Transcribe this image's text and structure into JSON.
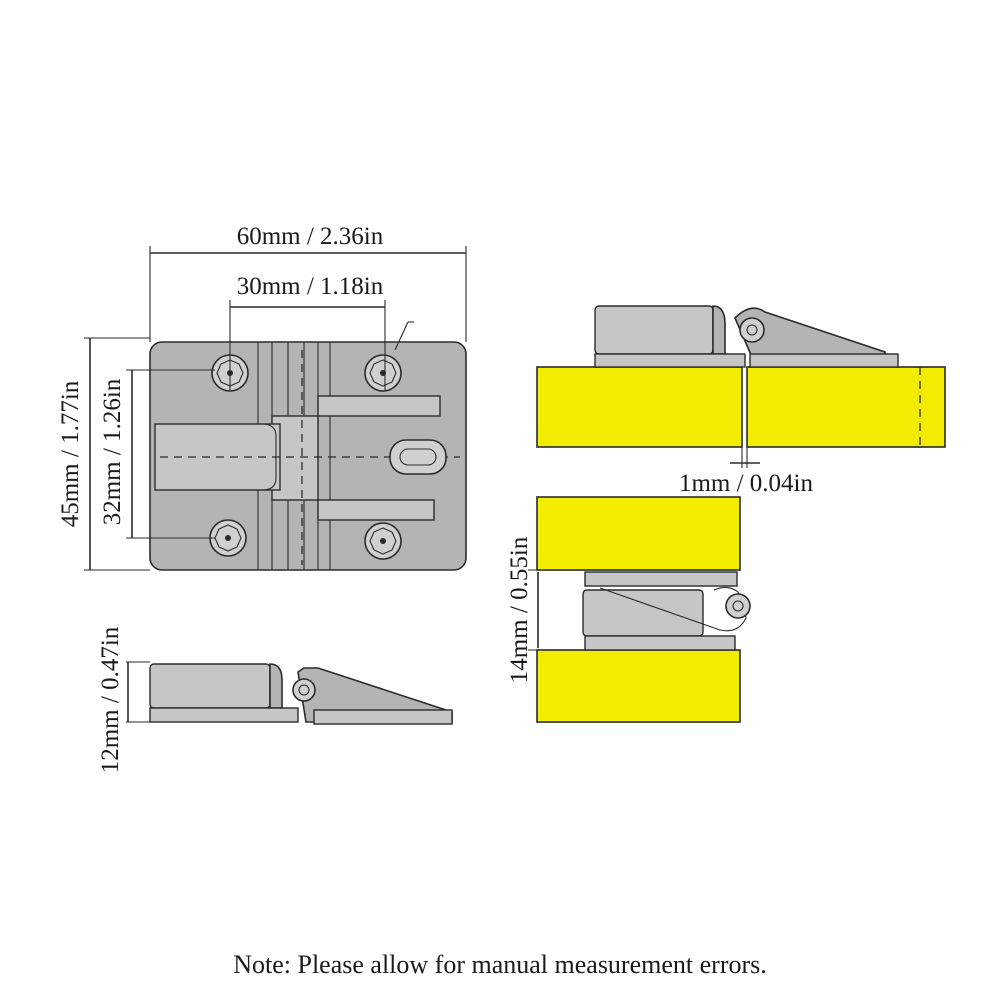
{
  "dimensions": {
    "overall_width": "60mm / 2.36in",
    "hole_spacing_width": "30mm / 1.18in",
    "overall_height": "45mm / 1.77in",
    "hole_spacing_height": "32mm / 1.26in",
    "thickness": "12mm / 0.47in",
    "gap": "1mm / 0.04in",
    "folded_height": "14mm / 0.55in"
  },
  "note": "Note: Please allow for manual measurement errors.",
  "colors": {
    "wood": "#f2ec00",
    "hinge": "#b4b4b4",
    "line": "#2b2b2b"
  }
}
